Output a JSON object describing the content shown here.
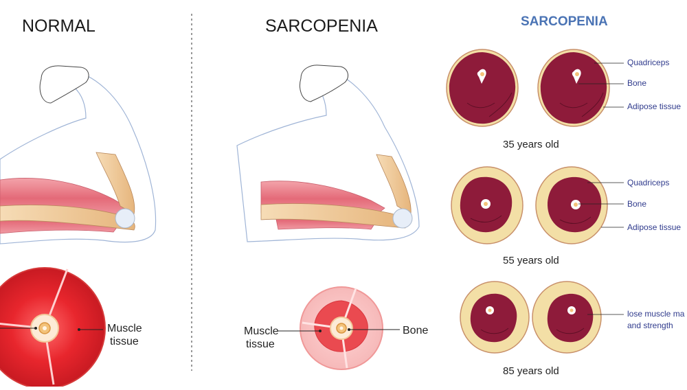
{
  "titles": {
    "normal": "NORMAL",
    "sarcopenia_left": "SARCOPENIA",
    "sarcopenia_right": "SARCOPENIA"
  },
  "normal_section": {
    "muscle_label_line1": "Muscle",
    "muscle_label_line2": "tissue"
  },
  "sarcopenia_section": {
    "muscle_label_line1": "Muscle",
    "muscle_label_line2": "tissue",
    "bone_label": "Bone"
  },
  "cross_sections": [
    {
      "age_label": "35 years old",
      "labels": [
        "Quadriceps",
        "Bone",
        "Adipose tissue"
      ]
    },
    {
      "age_label": "55 years old",
      "labels": [
        "Quadriceps",
        "Bone",
        "Adipose tissue"
      ]
    },
    {
      "age_label": "85 years old",
      "labels_line1": "lose muscle ma",
      "labels_line2": "and strength"
    }
  ],
  "colors": {
    "muscle_dark": "#8e1b3a",
    "adipose": "#f3dfa6",
    "muscle_pink": "#e8848f",
    "cross_red": "#e1252c",
    "blue_title": "#4a73b4",
    "label_blue": "#2f3a8c"
  }
}
